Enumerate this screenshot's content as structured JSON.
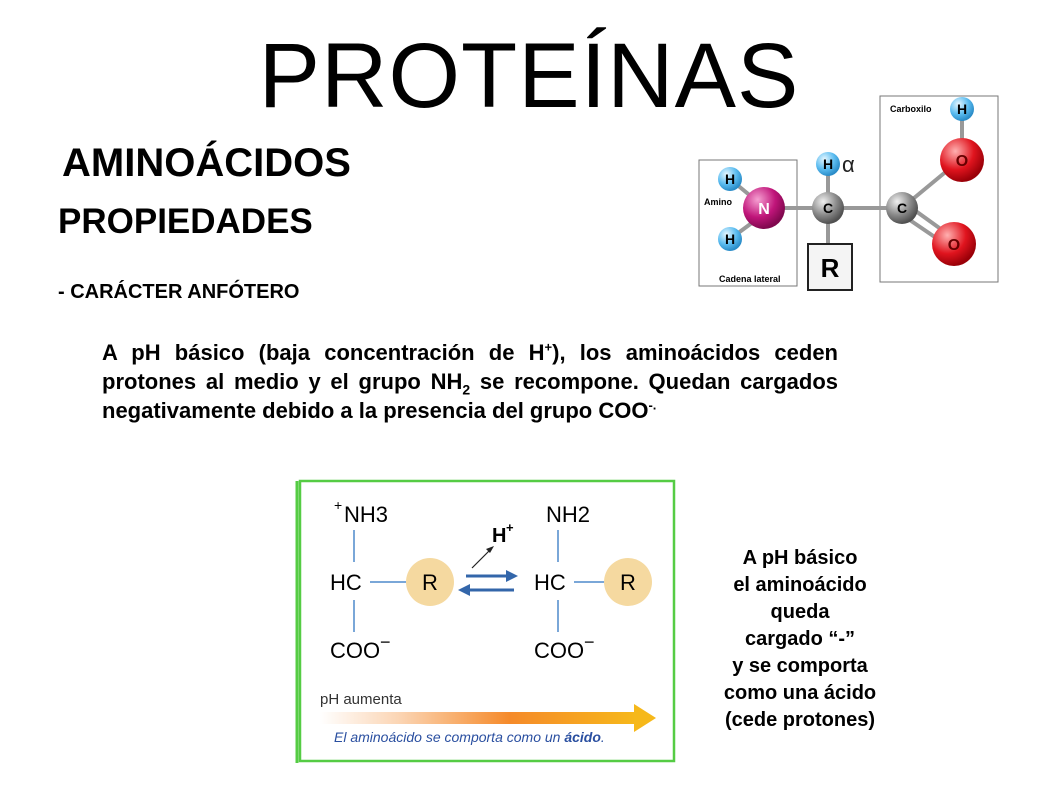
{
  "header": {
    "title": "PROTEÍNAS",
    "subtitle": "AMINOÁCIDOS",
    "section": "PROPIEDADES",
    "point": "- CARÁCTER ANFÓTERO"
  },
  "paragraph": {
    "p1": "A pH básico (baja concentración de H",
    "sup1": "+",
    "p2": "), los aminoácidos ceden protones al medio y el grupo NH",
    "sub1": "2",
    "p3": " se recompone. Quedan cargados negativamente debido a la presencia del grupo COO",
    "sup2": "-.",
    "p4": ""
  },
  "molecule": {
    "carboxyl_label": "Carboxilo",
    "amino_label": "Amino",
    "side_chain_label": "Cadena lateral",
    "h": "H",
    "n": "N",
    "c": "C",
    "o": "O",
    "r": "R",
    "alpha": "α"
  },
  "reaction": {
    "left_top_sup": "+",
    "left_top": "NH3",
    "right_top": "NH2",
    "hc": "HC",
    "coo": "COO",
    "minus": "−",
    "r": "R",
    "proton": "H",
    "proton_sup": "+",
    "ph_label": "pH aumenta",
    "caption_a": "El aminoácido se comporta como un ",
    "caption_b": "ácido",
    "caption_c": "."
  },
  "side_note": {
    "lines": [
      "A pH básico",
      "el aminoácido",
      "queda",
      "cargado “-”",
      "y se comporta",
      "como una ácido",
      "(cede protones)"
    ]
  },
  "colors": {
    "green_frame": "#55cc44",
    "r_circle": "#f5d9a0",
    "arrow_blue": "#3366aa",
    "h_atom": "#5bbcf0",
    "n_atom": "#c0157a",
    "o_atom": "#e0141e",
    "c_atom": "#8a8a8a"
  }
}
